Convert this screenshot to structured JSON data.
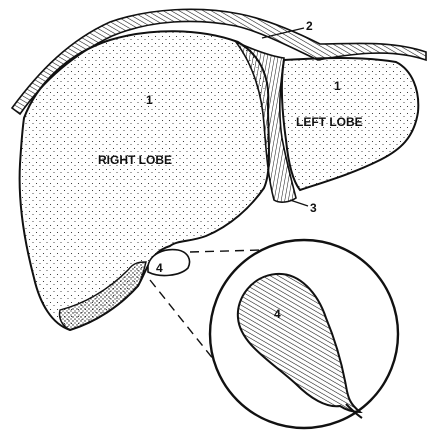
{
  "diagram": {
    "labels": {
      "right_lobe": "RIGHT LOBE",
      "left_lobe": "LEFT LOBE",
      "right_lobe_number": "1",
      "left_lobe_number": "1",
      "marker_2": "2",
      "marker_3": "3",
      "marker_4_gallbladder": "4",
      "marker_4_inset": "4"
    },
    "colors": {
      "ink": "#111111",
      "paper": "#ffffff"
    }
  }
}
